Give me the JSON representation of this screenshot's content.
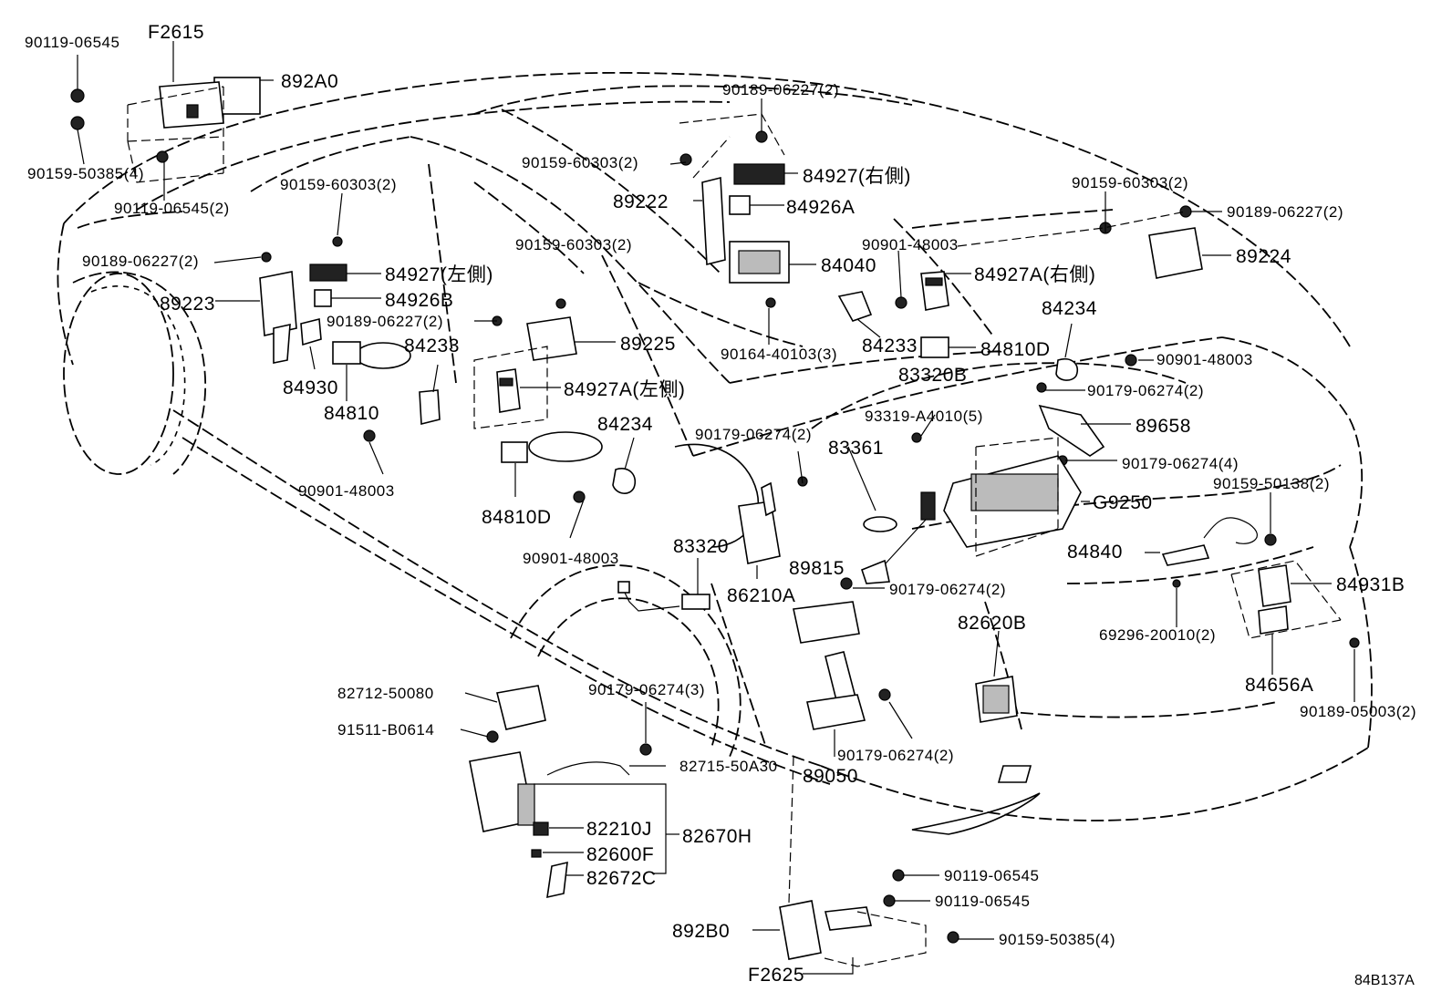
{
  "diagram_id": "84B137A",
  "labels": {
    "l1": "90119-06545",
    "l2": "F2615",
    "l3": "892A0",
    "l4": "90159-50385(4)",
    "l5": "90119-06545(2)",
    "l6": "90189-06227(2)",
    "l7": "90159-60303(2)",
    "l8": "84927(右側)",
    "l9": "89222",
    "l10": "84926A",
    "l11": "90159-60303(2)",
    "l12": "90189-06227(2)",
    "l13": "89224",
    "l14": "90159-60303(2)",
    "l15": "90189-06227(2)",
    "l16": "84927(左側)",
    "l17": "89223",
    "l18": "84926B",
    "l19": "90159-60303(2)",
    "l20": "90901-48003",
    "l21": "84040",
    "l22": "84927A(右側)",
    "l23": "90189-06227(2)",
    "l24": "84234",
    "l25": "84233",
    "l26": "89225",
    "l27": "84233",
    "l28": "90164-40103(3)",
    "l29": "84810D",
    "l30": "90901-48003",
    "l31": "84930",
    "l32": "84927A(左側)",
    "l33": "83320B",
    "l34": "90179-06274(2)",
    "l35": "84810",
    "l36": "84234",
    "l37": "93319-A4010(5)",
    "l38": "89658",
    "l39": "90179-06274(2)",
    "l40": "83361",
    "l41": "90179-06274(4)",
    "l42": "90901-48003",
    "l43": "90159-50138(2)",
    "l44": "G9250",
    "l45": "84810D",
    "l46": "84840",
    "l47": "90901-48003",
    "l48": "83320",
    "l49": "89815",
    "l50": "84931B",
    "l51": "86210A",
    "l52": "90179-06274(2)",
    "l53": "82620B",
    "l54": "69296-20010(2)",
    "l55": "84656A",
    "l56": "82712-50080",
    "l57": "90179-06274(3)",
    "l58": "90189-05003(2)",
    "l59": "91511-B0614",
    "l60": "82715-50A30",
    "l61": "90179-06274(2)",
    "l62": "89050",
    "l63": "82210J",
    "l64": "82670H",
    "l65": "82600F",
    "l66": "82672C",
    "l67": "90119-06545",
    "l68": "90119-06545",
    "l69": "892B0",
    "l70": "90159-50385(4)",
    "l71": "F2625"
  }
}
